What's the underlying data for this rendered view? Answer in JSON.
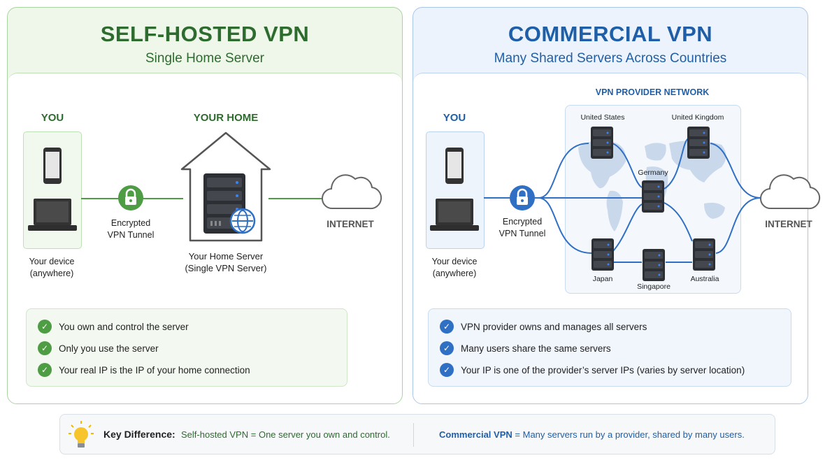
{
  "left": {
    "title": "SELF-HOSTED VPN",
    "subtitle": "Single Home Server",
    "you_label": "YOU",
    "home_label": "YOUR HOME",
    "tunnel_line1": "Encrypted",
    "tunnel_line2": "VPN Tunnel",
    "internet_label": "INTERNET",
    "device_line1": "Your device",
    "device_line2": "(anywhere)",
    "server_line1": "Your Home Server",
    "server_line2": "(Single VPN Server)",
    "points": [
      "You own and control the server",
      "Only you use the server",
      "Your real IP is the IP of your home connection"
    ]
  },
  "right": {
    "title": "COMMERCIAL VPN",
    "subtitle": "Many Shared Servers Across Countries",
    "you_label": "YOU",
    "network_label": "VPN PROVIDER NETWORK",
    "tunnel_line1": "Encrypted",
    "tunnel_line2": "VPN Tunnel",
    "internet_label": "INTERNET",
    "device_line1": "Your device",
    "device_line2": "(anywhere)",
    "servers": {
      "us": "United States",
      "uk": "United Kingdom",
      "de": "Germany",
      "jp": "Japan",
      "sg": "Singapore",
      "au": "Australia"
    },
    "points": [
      "VPN provider owns and manages all servers",
      "Many users share the same servers",
      "Your IP is one of the provider’s server IPs (varies by server location)"
    ]
  },
  "footer": {
    "key_label": "Key Difference:",
    "self_term": "Self-hosted VPN",
    "eq1": "=",
    "self_def": "One server you own and control.",
    "comm_term": "Commercial VPN",
    "eq2": "=",
    "comm_def": "Many servers run by a provider, shared by many users."
  },
  "colors": {
    "green": "#2e6b2e",
    "check_green": "#4e9c43",
    "blue": "#1f5fa8",
    "check_blue": "#2f6fc4"
  },
  "icons": [
    "phone-icon",
    "laptop-icon",
    "lock-icon",
    "house-icon",
    "server-icon",
    "globe-icon",
    "cloud-icon",
    "check-icon",
    "lightbulb-icon",
    "world-map-icon"
  ]
}
